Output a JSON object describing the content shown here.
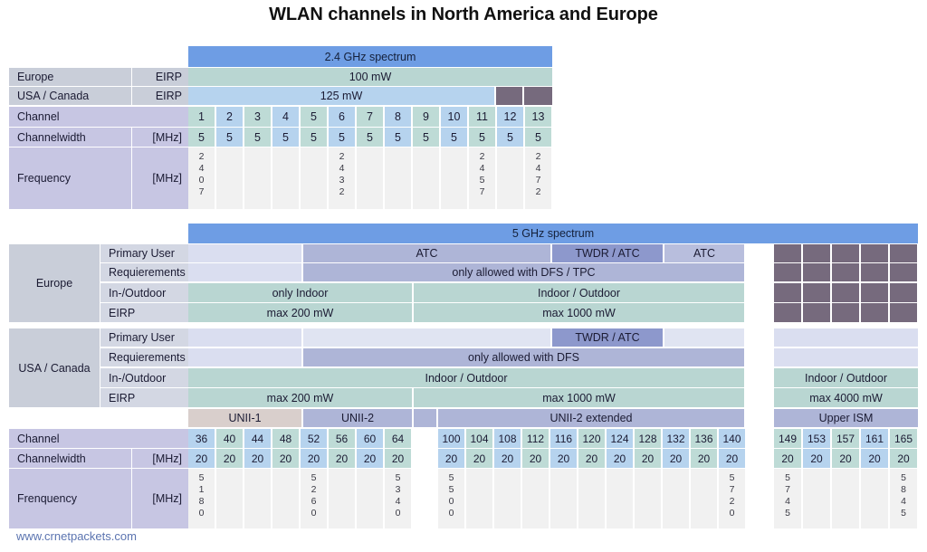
{
  "title": "WLAN channels in North America and Europe",
  "footer": {
    "url": "www.crnetpackets.com"
  },
  "units": {
    "mhz": "[MHz]"
  },
  "band24": {
    "header": "2.4 GHz spectrum",
    "rows": {
      "europe_label": "Europe",
      "europe_metric": "EIRP",
      "europe_value": "100 mW",
      "usa_label": "USA / Canada",
      "usa_metric": "EIRP",
      "usa_value": "125 mW",
      "channel_label": "Channel",
      "channelwidth_label": "Channelwidth",
      "frequency_label": "Frequency"
    },
    "channels": [
      1,
      2,
      3,
      4,
      5,
      6,
      7,
      8,
      9,
      10,
      11,
      12,
      13
    ],
    "widths": [
      5,
      5,
      5,
      5,
      5,
      5,
      5,
      5,
      5,
      5,
      5,
      5,
      5
    ],
    "frequencies": [
      "2407",
      "",
      "",
      "",
      "",
      "2432",
      "",
      "",
      "",
      "",
      "2457",
      "",
      "2472"
    ],
    "usa_blocked_channels": [
      12,
      13
    ]
  },
  "band5": {
    "header": "5 GHz spectrum",
    "region_europe": "Europe",
    "region_usa": "USA / Canada",
    "metrics": {
      "primary_user": "Primary User",
      "requirements": "Requierements",
      "in_outdoor": "In-/Outdoor",
      "eirp": "EIRP"
    },
    "europe_values": {
      "primary_user_2": "ATC",
      "primary_user_3": "TWDR / ATC",
      "primary_user_4": "ATC",
      "requirements": "only allowed with DFS / TPC",
      "indoor_left": "only Indoor",
      "indoor_right": "Indoor / Outdoor",
      "eirp_left": "max 200 mW",
      "eirp_right": "max 1000 mW"
    },
    "usa_values": {
      "primary_user_twdr": "TWDR / ATC",
      "requirements": "only allowed with DFS",
      "in_outdoor": "Indoor / Outdoor",
      "in_outdoor_ism": "Indoor / Outdoor",
      "eirp_left": "max 200 mW",
      "eirp_mid": "max 1000 mW",
      "eirp_ism": "max 4000 mW"
    },
    "bands": [
      {
        "name": "UNII-1",
        "color": "#d9cfcc"
      },
      {
        "name": "UNII-2",
        "color": "#aeb5d7"
      },
      {
        "name": "UNII-2 extended",
        "color": "#aeb5d7"
      },
      {
        "name": "Upper ISM",
        "color": "#aeb5d7"
      }
    ],
    "rows": {
      "channel_label": "Channel",
      "channelwidth_label": "Channelwidth",
      "frequency_label": "Frenquency"
    },
    "channels": [
      36,
      40,
      44,
      48,
      52,
      56,
      60,
      64,
      100,
      104,
      108,
      112,
      116,
      120,
      124,
      128,
      132,
      136,
      140,
      149,
      153,
      157,
      161,
      165
    ],
    "widths": [
      20,
      20,
      20,
      20,
      20,
      20,
      20,
      20,
      20,
      20,
      20,
      20,
      20,
      20,
      20,
      20,
      20,
      20,
      20,
      20,
      20,
      20,
      20,
      20
    ],
    "frequencies": [
      "5180",
      "",
      "",
      "",
      "5260",
      "",
      "",
      "5340",
      "5500",
      "",
      "",
      "",
      "",
      "",
      "",
      "",
      "",
      "",
      "5720",
      "5745",
      "",
      "",
      "",
      "5845"
    ],
    "europe_blocked_grid": {
      "cols": 5,
      "rows": 4
    }
  },
  "colors": {
    "spectrum_header": "#6e9de4",
    "blocked": "#766a7d",
    "teal": "#b9d6d2",
    "blue": "#b6d3ee",
    "periwinkle": "#aeb5d7",
    "lavender": "#dadef0",
    "row_header": "#c9ced9",
    "url_color": "#5b74b0"
  }
}
